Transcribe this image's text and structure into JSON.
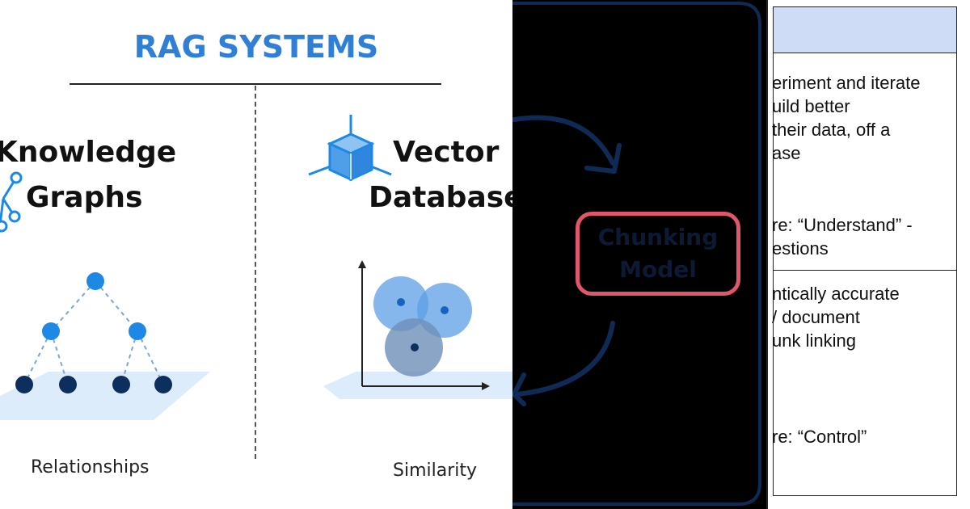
{
  "left": {
    "title": "RAG SYSTEMS",
    "knowledge_graphs": {
      "heading_line1": "Knowledge",
      "heading_line2": "Graphs",
      "caption": "Relationships"
    },
    "vector_database": {
      "heading_line1": "Vector",
      "heading_line2": "Database",
      "caption": "Similarity"
    },
    "colors": {
      "title": "#2f7fd6",
      "node_light": "#1e88e5",
      "node_dark": "#0d2f5e",
      "plane": "#dcecfb"
    }
  },
  "middle": {
    "box_line1": "Chunking",
    "box_line2": "Model",
    "colors": {
      "background": "#000000",
      "box_border": "#e0566a",
      "arrow": "#0e2a55"
    }
  },
  "right": {
    "row1_lines": [
      "eriment and iterate",
      "uild better",
      " their data, off a",
      "ase",
      "re: “Understand” -",
      "estions"
    ],
    "row2_lines": [
      "ntically accurate",
      "/ document",
      "unk linking",
      "re: “Control”"
    ],
    "colors": {
      "header_bg": "#cfdcf5"
    }
  }
}
